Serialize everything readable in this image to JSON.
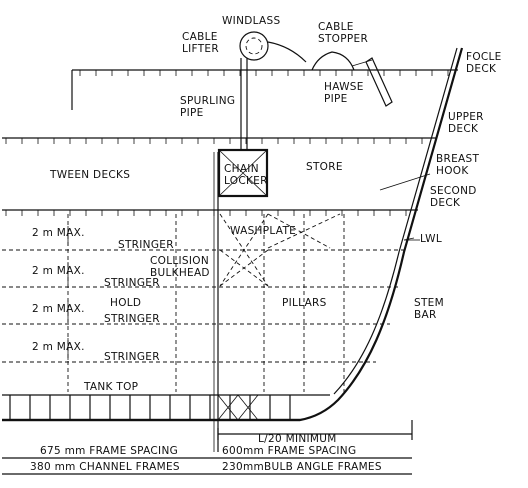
{
  "labels": {
    "windlass": "WINDLASS",
    "cable_lifter": "CABLE\nLIFTER",
    "cable_stopper": "CABLE\nSTOPPER",
    "focle_deck": "FOCLE\nDECK",
    "spurling_pipe": "SPURLING\nPIPE",
    "hawse_pipe": "HAWSE\nPIPE",
    "upper_deck": "UPPER\nDECK",
    "tween_decks": "TWEEN     DECKS",
    "chain_locker": "CHAIN\nLOCKER",
    "store": "STORE",
    "breast_hook": "BREAST\nHOOK",
    "second_deck": "SECOND\nDECK",
    "washplate": "WASHPLATE",
    "lwl": "LWL",
    "collision_bulkhead": "COLLISION\nBULKHEAD",
    "hold": "HOLD",
    "pillars": "PILLARS",
    "stem_bar": "STEM\nBAR",
    "tank_top": "TANK TOP",
    "stringer": "STRINGER",
    "max_spacing": "2 m  MAX.",
    "l20_minimum": "L/20  MINIMUM",
    "frame_spacing_aft": "675 mm FRAME SPACING",
    "frame_spacing_fwd": "600mm FRAME SPACING",
    "channel_frames": "380 mm CHANNEL FRAMES",
    "bulb_angle_frames": "230mmBULB ANGLE FRAMES"
  }
}
